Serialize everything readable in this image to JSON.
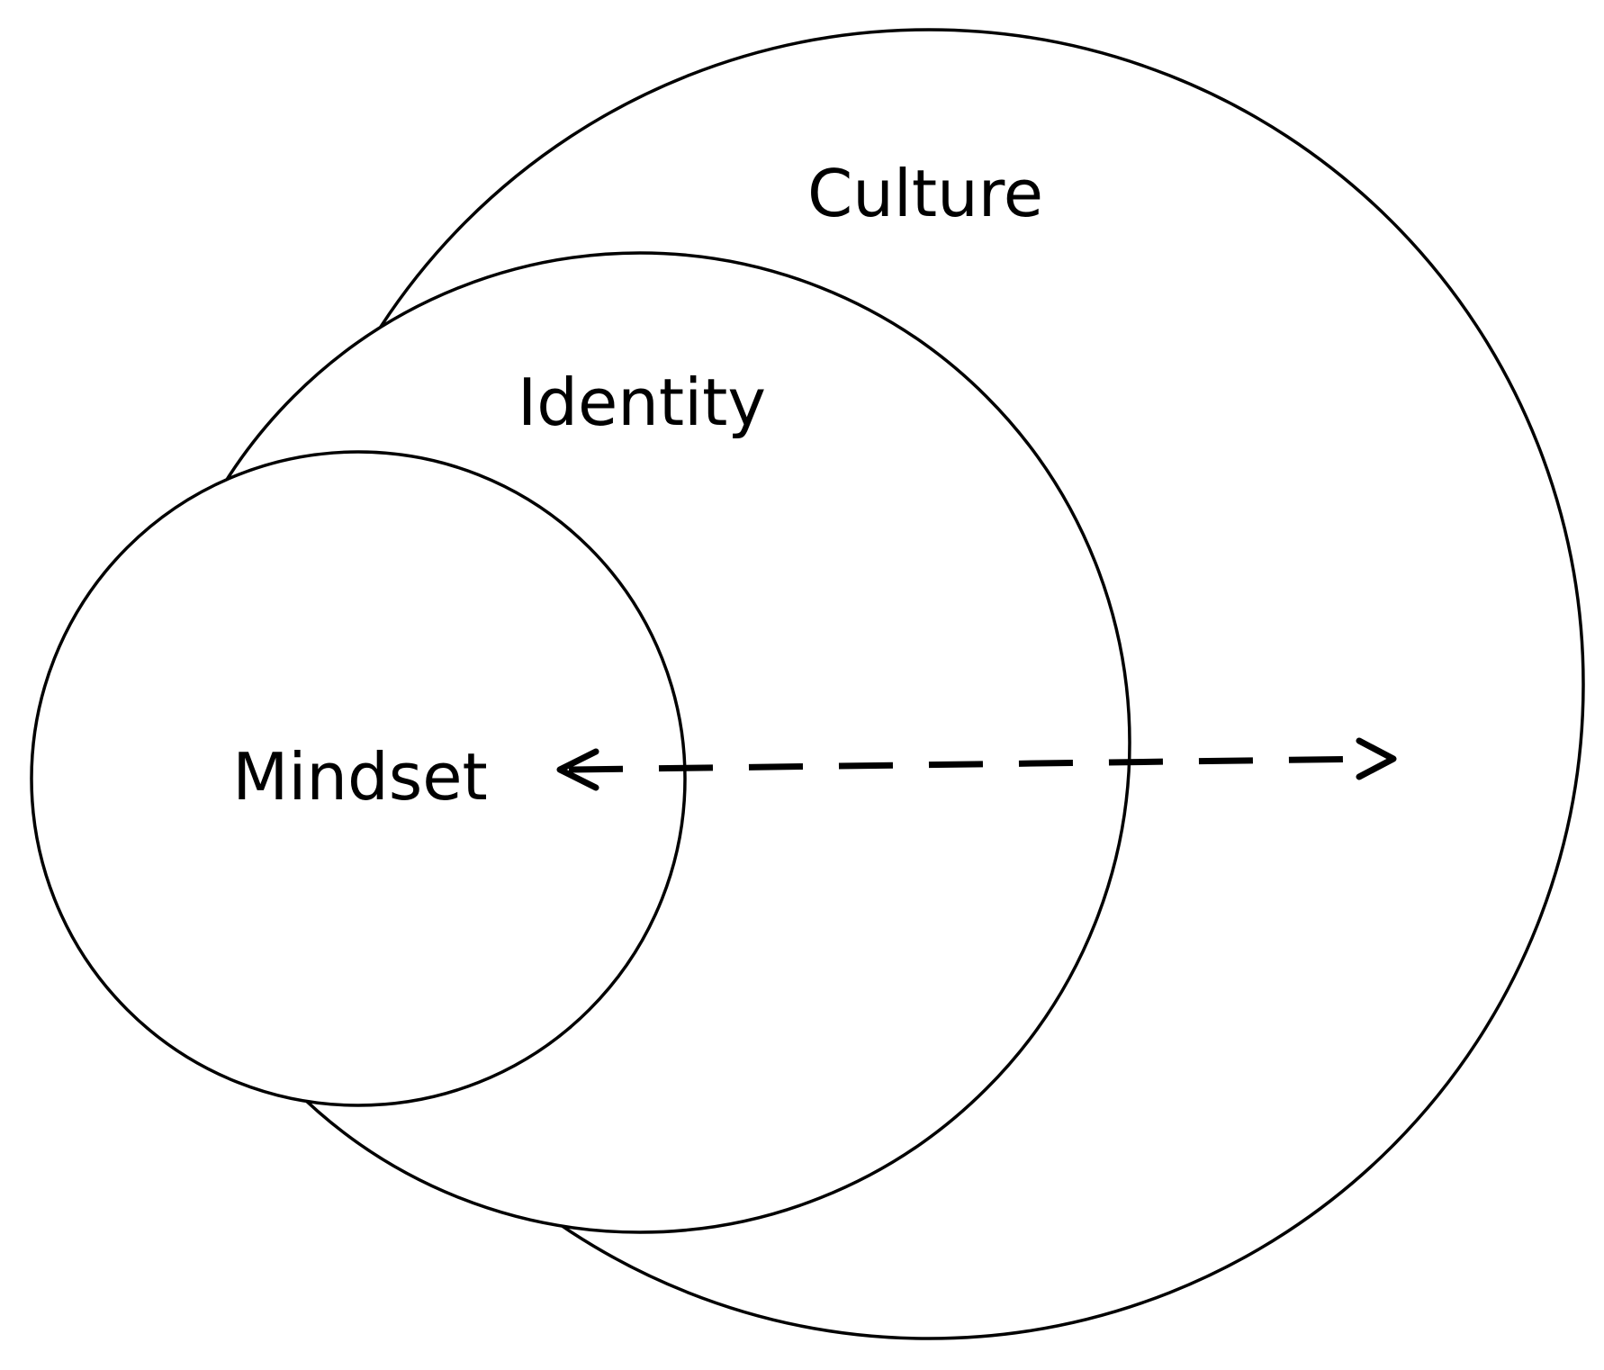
{
  "diagram": {
    "type": "nested-circles",
    "labels": {
      "outer": "Culture",
      "middle": "Identity",
      "inner": "Mindset"
    },
    "arrow": {
      "style": "dashed",
      "direction": "bidirectional",
      "connects": [
        "Mindset",
        "Culture"
      ]
    },
    "colors": {
      "stroke": "#000000",
      "fill": "#ffffff",
      "background": "#ffffff"
    }
  }
}
